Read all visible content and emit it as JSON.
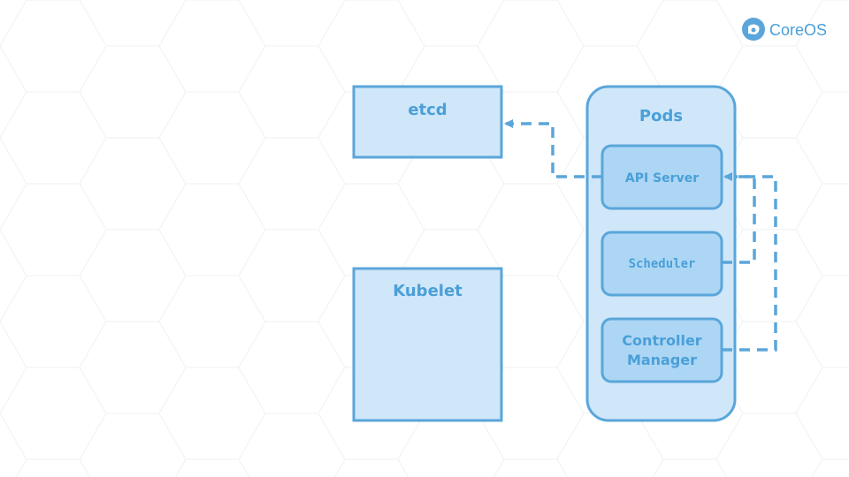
{
  "colors": {
    "stroke": "#5aa6da",
    "fill": "#cfe7f9",
    "inner_fill": "#acd6f4",
    "text": "#4a9fd8"
  },
  "logo": {
    "text": "CoreOS"
  },
  "nodes": {
    "etcd": "etcd",
    "kubelet": "Kubelet",
    "pods": "Pods",
    "api_server": "API Server",
    "scheduler": "Scheduler",
    "controller_manager_line1": "Controller",
    "controller_manager_line2": "Manager"
  },
  "edges": [
    {
      "from": "API Server",
      "to": "etcd",
      "style": "dashed"
    },
    {
      "from": "Scheduler",
      "to": "API Server",
      "style": "dashed"
    },
    {
      "from": "Controller Manager",
      "to": "API Server",
      "style": "dashed"
    }
  ]
}
